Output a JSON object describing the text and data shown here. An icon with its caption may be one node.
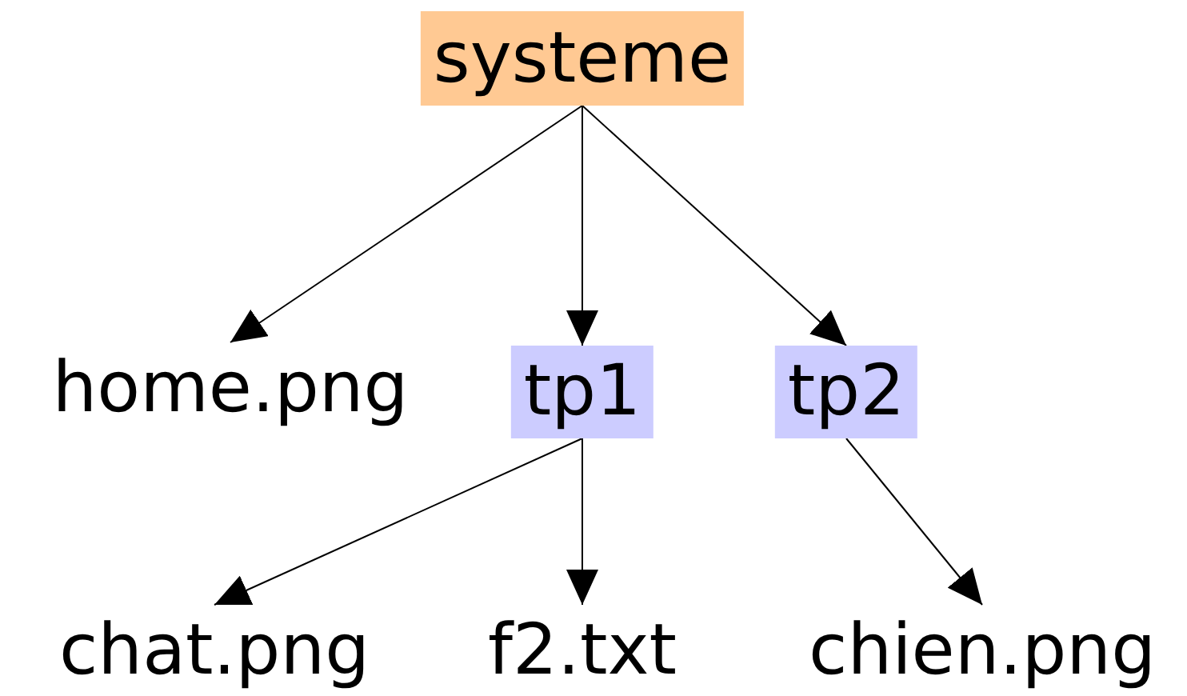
{
  "diagram": {
    "nodes": [
      {
        "text": [
          "systeme"
        ]
      },
      {
        "text": [
          "home.png"
        ]
      },
      {
        "text": [
          "tp1"
        ]
      },
      {
        "text": [
          "tp2"
        ]
      },
      {
        "text": [
          "chat.png"
        ]
      },
      {
        "text": [
          "f2.txt"
        ]
      },
      {
        "text": [
          "chien.png"
        ]
      }
    ],
    "edges": [
      {
        "from": 0,
        "to": 1,
        "arrow": "to"
      },
      {
        "from": 0,
        "to": 2,
        "arrow": "to"
      },
      {
        "from": 0,
        "to": 3,
        "arrow": "to"
      },
      {
        "from": 2,
        "to": 4,
        "arrow": "to"
      },
      {
        "from": 2,
        "to": 5,
        "arrow": "to"
      },
      {
        "from": 3,
        "to": 6,
        "arrow": "to"
      }
    ]
  }
}
